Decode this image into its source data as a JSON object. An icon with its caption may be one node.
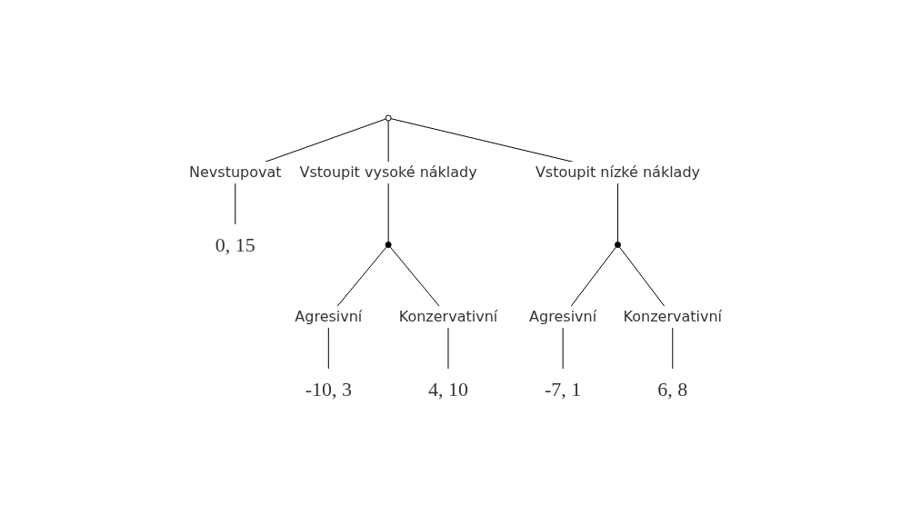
{
  "diagram": {
    "nodes": [
      {
        "text": [],
        "shape": "circle"
      },
      {
        "text": [
          "0, 15"
        ]
      },
      {
        "text": [],
        "shape": "circle"
      },
      {
        "text": [],
        "shape": "circle"
      },
      {
        "text": [
          "-10, 3"
        ]
      },
      {
        "text": [
          "4, 10"
        ]
      },
      {
        "text": [
          "-7, 1"
        ]
      },
      {
        "text": [
          "6, 8"
        ]
      }
    ],
    "edges": [
      {
        "from": 0,
        "to": 1,
        "arrow": "none",
        "label": "Nevstupovat"
      },
      {
        "from": 0,
        "to": 2,
        "arrow": "none",
        "label": "Vstoupit vysoké náklady"
      },
      {
        "from": 0,
        "to": 3,
        "arrow": "none",
        "label": "Vstoupit nízké náklady"
      },
      {
        "from": 2,
        "to": 4,
        "arrow": "none",
        "label": "Agresivní"
      },
      {
        "from": 2,
        "to": 5,
        "arrow": "none",
        "label": "Konzervativní"
      },
      {
        "from": 3,
        "to": 6,
        "arrow": "none",
        "label": "Agresivní"
      },
      {
        "from": 3,
        "to": 7,
        "arrow": "none",
        "label": "Konzervativní"
      }
    ]
  }
}
